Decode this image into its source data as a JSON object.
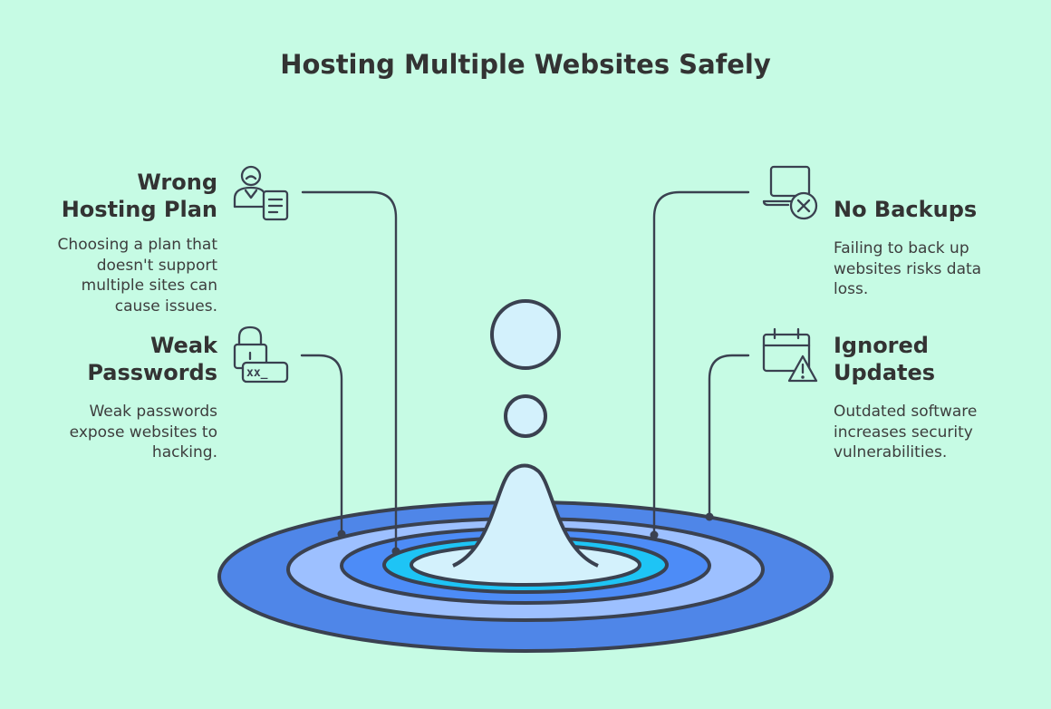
{
  "title": "Hosting Multiple Websites Safely",
  "items": [
    {
      "heading": "Wrong Hosting Plan",
      "description": "Choosing a plan that doesn't support multiple sites can cause issues.",
      "icon": "user-document-icon"
    },
    {
      "heading": "Weak Passwords",
      "description": "Weak passwords expose websites to hacking.",
      "icon": "lock-password-icon"
    },
    {
      "heading": "No Backups",
      "description": "Failing to back up websites risks data loss.",
      "icon": "laptop-error-icon"
    },
    {
      "heading": "Ignored Updates",
      "description": "Outdated software increases security vulnerabilities.",
      "icon": "calendar-warning-icon"
    }
  ],
  "password_glyph": "xx_",
  "colors": {
    "background": "#c6fbe4",
    "outline": "#3a4150",
    "ring_outer": "#4f86e8",
    "ring_2": "#9dc0ff",
    "ring_3": "#4d8cf7",
    "ring_4": "#1ec4f5",
    "droplet": "#d3f1fc"
  }
}
